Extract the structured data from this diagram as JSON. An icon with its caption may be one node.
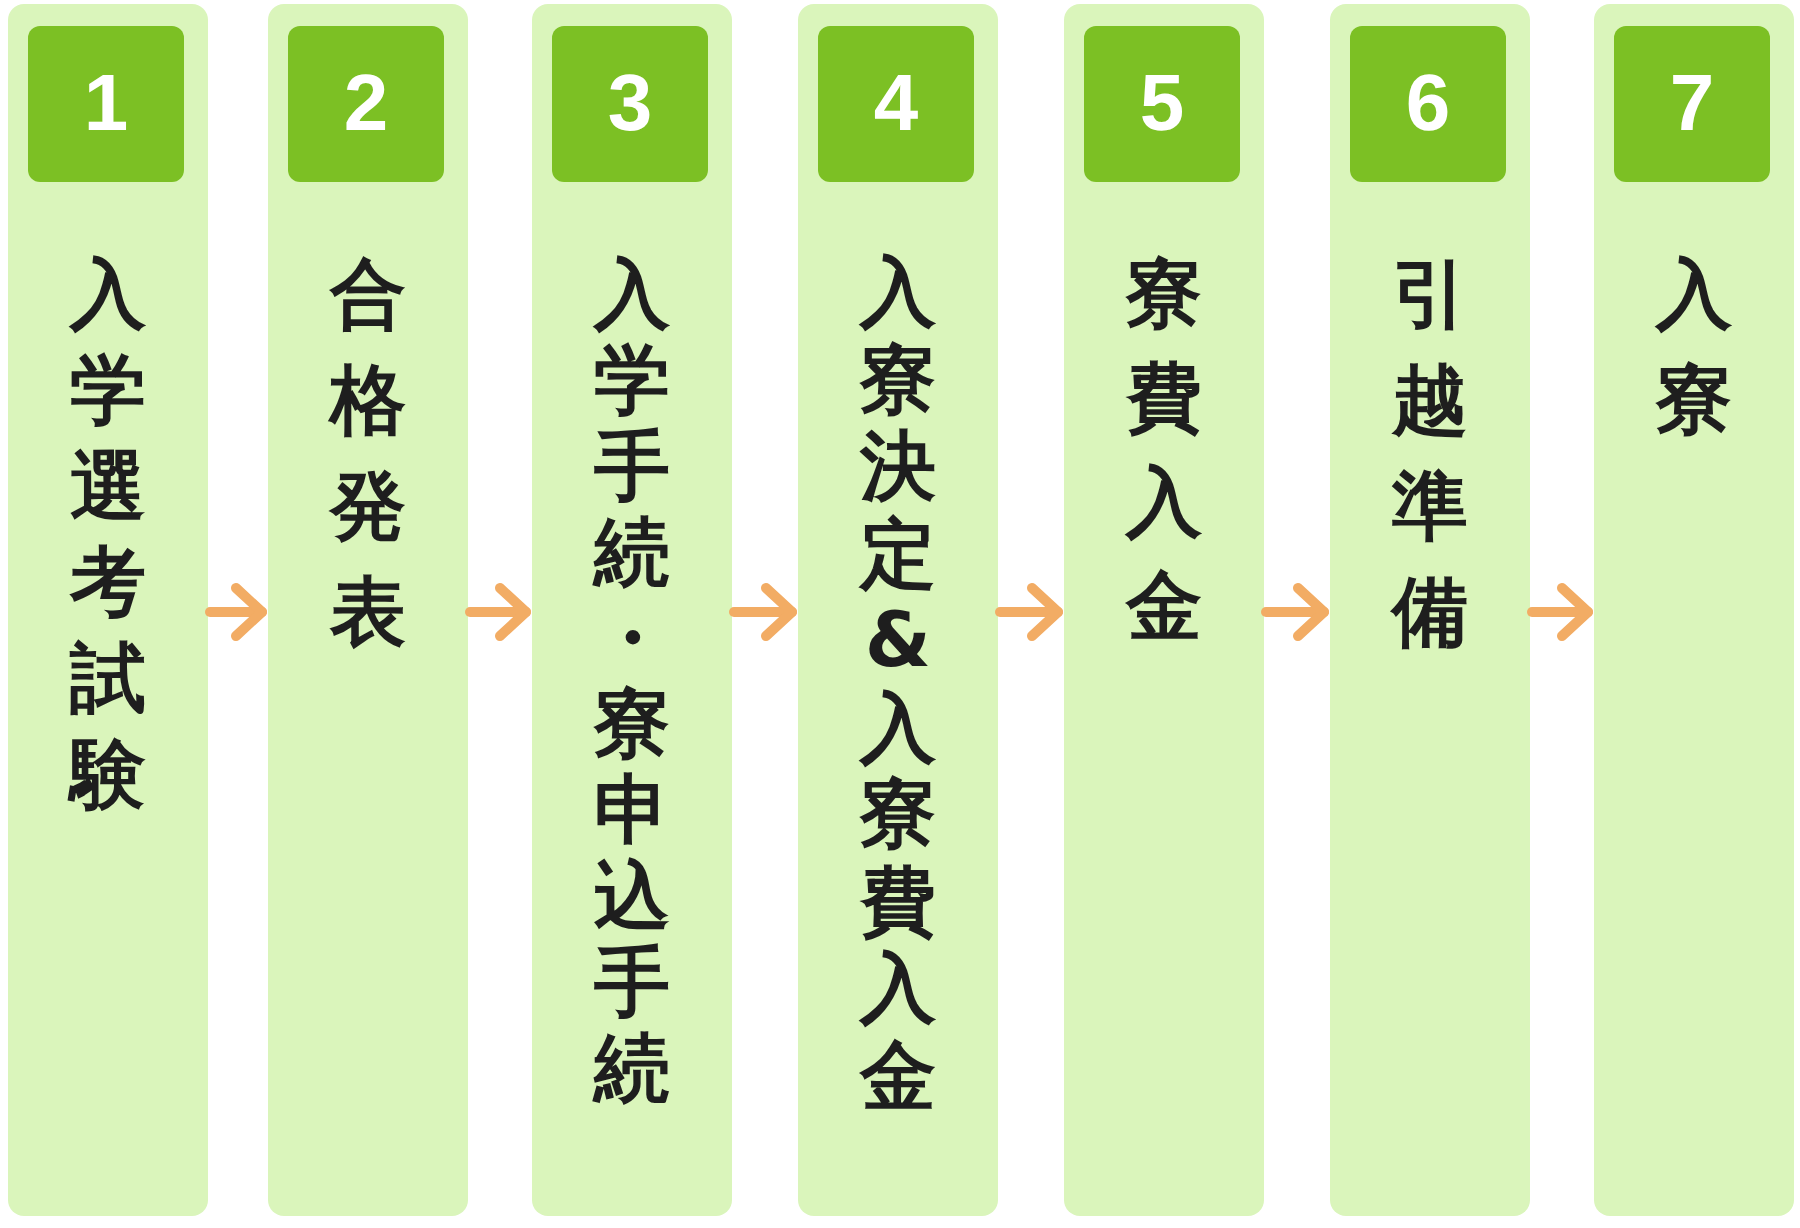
{
  "diagram": {
    "nodes": [
      {
        "text": [
          "入学選考試験"
        ]
      },
      {
        "text": [
          "1"
        ],
        "in": 0
      },
      {
        "text": [
          "合格発表"
        ]
      },
      {
        "text": [
          "2"
        ],
        "in": 2
      },
      {
        "text": [
          "入学手続・寮申込手続"
        ]
      },
      {
        "text": [
          "3"
        ],
        "in": 4
      },
      {
        "text": [
          "入寮決定&入寮費入金"
        ]
      },
      {
        "text": [
          "4"
        ],
        "in": 6
      },
      {
        "text": [
          "寮費入金"
        ]
      },
      {
        "text": [
          "5"
        ],
        "in": 8
      },
      {
        "text": [
          "引越準備"
        ]
      },
      {
        "text": [
          "6"
        ],
        "in": 10
      },
      {
        "text": [
          "入寮"
        ]
      },
      {
        "text": [
          "7"
        ],
        "in": 12
      }
    ],
    "edges": [
      {
        "from": 0,
        "to": 2,
        "arrow": "to"
      },
      {
        "from": 2,
        "to": 4,
        "arrow": "to"
      },
      {
        "from": 4,
        "to": 6,
        "arrow": "to"
      },
      {
        "from": 6,
        "to": 8,
        "arrow": "to"
      },
      {
        "from": 8,
        "to": 10,
        "arrow": "to"
      },
      {
        "from": 10,
        "to": 12,
        "arrow": "to"
      }
    ]
  }
}
